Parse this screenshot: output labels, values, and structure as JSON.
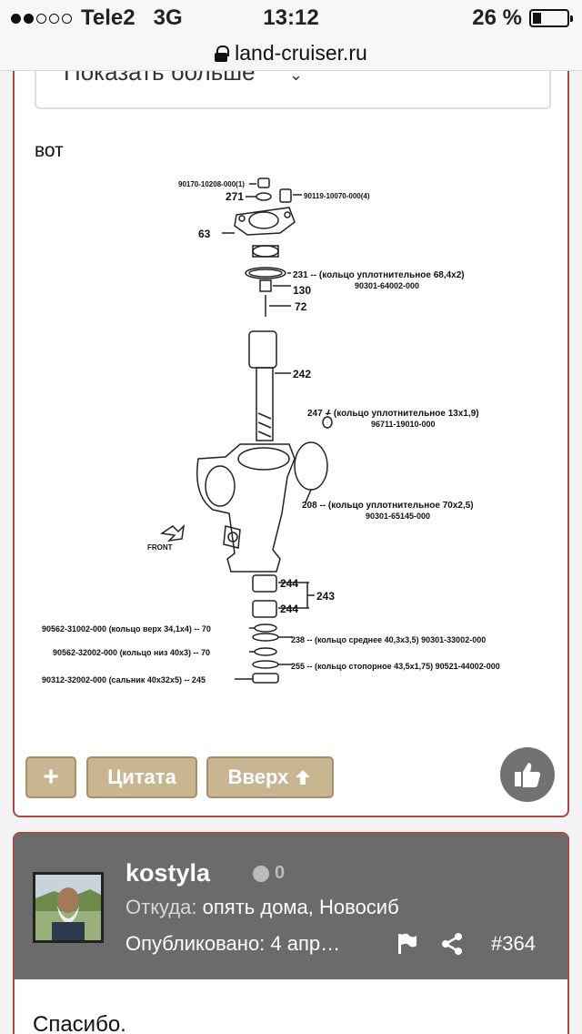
{
  "status": {
    "carrier": "Tele2",
    "network": "3G",
    "time": "13:12",
    "battery_pct": "26 %",
    "battery_level": 0.26,
    "signal_bars_filled": 2,
    "signal_bars_total": 5
  },
  "browser": {
    "domain": "land-cruiser.ru"
  },
  "post1": {
    "show_more": "Показать больше",
    "text": "вот",
    "diagram": {
      "labels": [
        "90170-10208-000(1)",
        "271",
        "90119-10070-000(4)",
        "63",
        "231 -- (кольцо уплотнительное 68,4x2)",
        "90301-64002-000",
        "130",
        "72",
        "242",
        "247 -- (кольцо уплотнительное 13x1,9)",
        "96711-19010-000",
        "208 -- (кольцо уплотнительное 70x2,5)",
        "90301-65145-000",
        "FRONT",
        "244",
        "243",
        "244",
        "90562-31002-000 (кольцо верх 34,1x4) -- 70",
        "238 -- (кольцо среднее 40,3x3,5) 90301-33002-000",
        "90562-32002-000 (кольцо низ 40x3) -- 70",
        "255 -- (кольцо стопорное 43,5x1,75) 90521-44002-000",
        "90312-32002-000 (сальник 40x32x5) -- 245"
      ]
    },
    "buttons": {
      "plus": "+",
      "quote": "Цитата",
      "up": "Вверх"
    }
  },
  "post2": {
    "author": "kostyla",
    "reputation": "0",
    "origin_label": "Откуда:",
    "origin_value": "опять дома, Новосиб",
    "published": "Опубликовано: 4 апр…",
    "post_number": "#364",
    "text": "Спасибо."
  },
  "colors": {
    "post_border": "#a94848",
    "button_bg": "#c8b592",
    "author_bar": "#6b6b6b"
  }
}
